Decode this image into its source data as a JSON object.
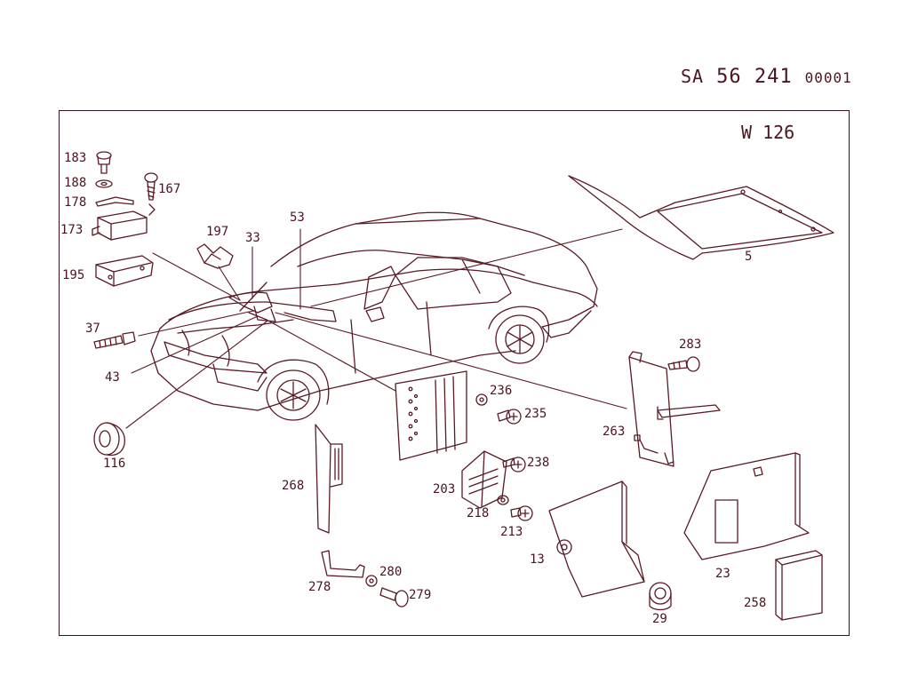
{
  "header": {
    "prefix": "SA",
    "number": "56 241",
    "suffix": "00001"
  },
  "model": "W 126",
  "callouts": [
    "183",
    "188",
    "178",
    "167",
    "173",
    "197",
    "33",
    "53",
    "195",
    "37",
    "43",
    "116",
    "5",
    "283",
    "236",
    "235",
    "263",
    "268",
    "238",
    "203",
    "218",
    "213",
    "13",
    "23",
    "278",
    "280",
    "279",
    "29",
    "258"
  ],
  "colors": {
    "ink": "#5a1a24",
    "frame": "#3b1018"
  }
}
